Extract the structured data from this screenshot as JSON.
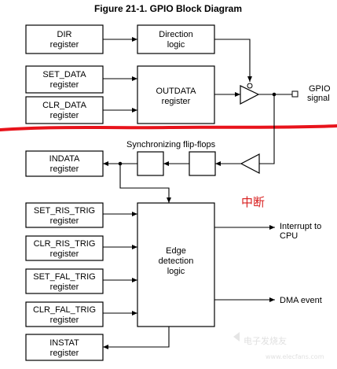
{
  "title": "Figure 21-1. GPIO Block Diagram",
  "blocks": {
    "dir_register": [
      "DIR",
      "register"
    ],
    "direction_logic": [
      "Direction",
      "logic"
    ],
    "set_data": [
      "SET_DATA",
      "register"
    ],
    "clr_data": [
      "CLR_DATA",
      "register"
    ],
    "outdata": [
      "OUTDATA",
      "register"
    ],
    "indata": [
      "INDATA",
      "register"
    ],
    "set_ris_trig": [
      "SET_RIS_TRIG",
      "register"
    ],
    "clr_ris_trig": [
      "CLR_RIS_TRIG",
      "register"
    ],
    "set_fal_trig": [
      "SET_FAL_TRIG",
      "register"
    ],
    "clr_fal_trig": [
      "CLR_FAL_TRIG",
      "register"
    ],
    "edge_detection": [
      "Edge",
      "detection",
      "logic"
    ],
    "instat": [
      "INSTAT",
      "register"
    ]
  },
  "labels": {
    "gpio_signal": [
      "GPIO",
      "signal"
    ],
    "sync_flipflops": "Synchronizing flip-flops",
    "interrupt": [
      "Interrupt to",
      "CPU"
    ],
    "dma_event": "DMA event"
  },
  "annotation": "中断",
  "watermark": "电子发烧友",
  "watermark_url": "www.elecfans.com",
  "colors": {
    "annotation": "#d81e1e",
    "red_line": "#e8131b"
  }
}
